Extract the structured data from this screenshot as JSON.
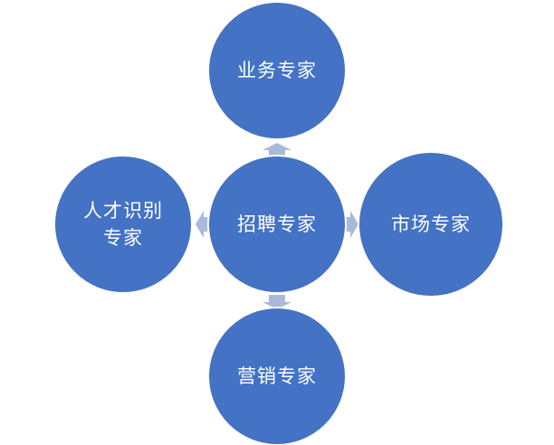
{
  "colors": {
    "node_fill": "#4472C4",
    "node_border": "#ffffff",
    "arrow_fill": "#A9B9D9",
    "label_text": "#ffffff"
  },
  "diagram": {
    "center": {
      "label": "招聘专家"
    },
    "top": {
      "label": "业务专家"
    },
    "right": {
      "label": "市场专家"
    },
    "bottom": {
      "label": "营销专家"
    },
    "left": {
      "label": "人才识别\n专家"
    }
  }
}
